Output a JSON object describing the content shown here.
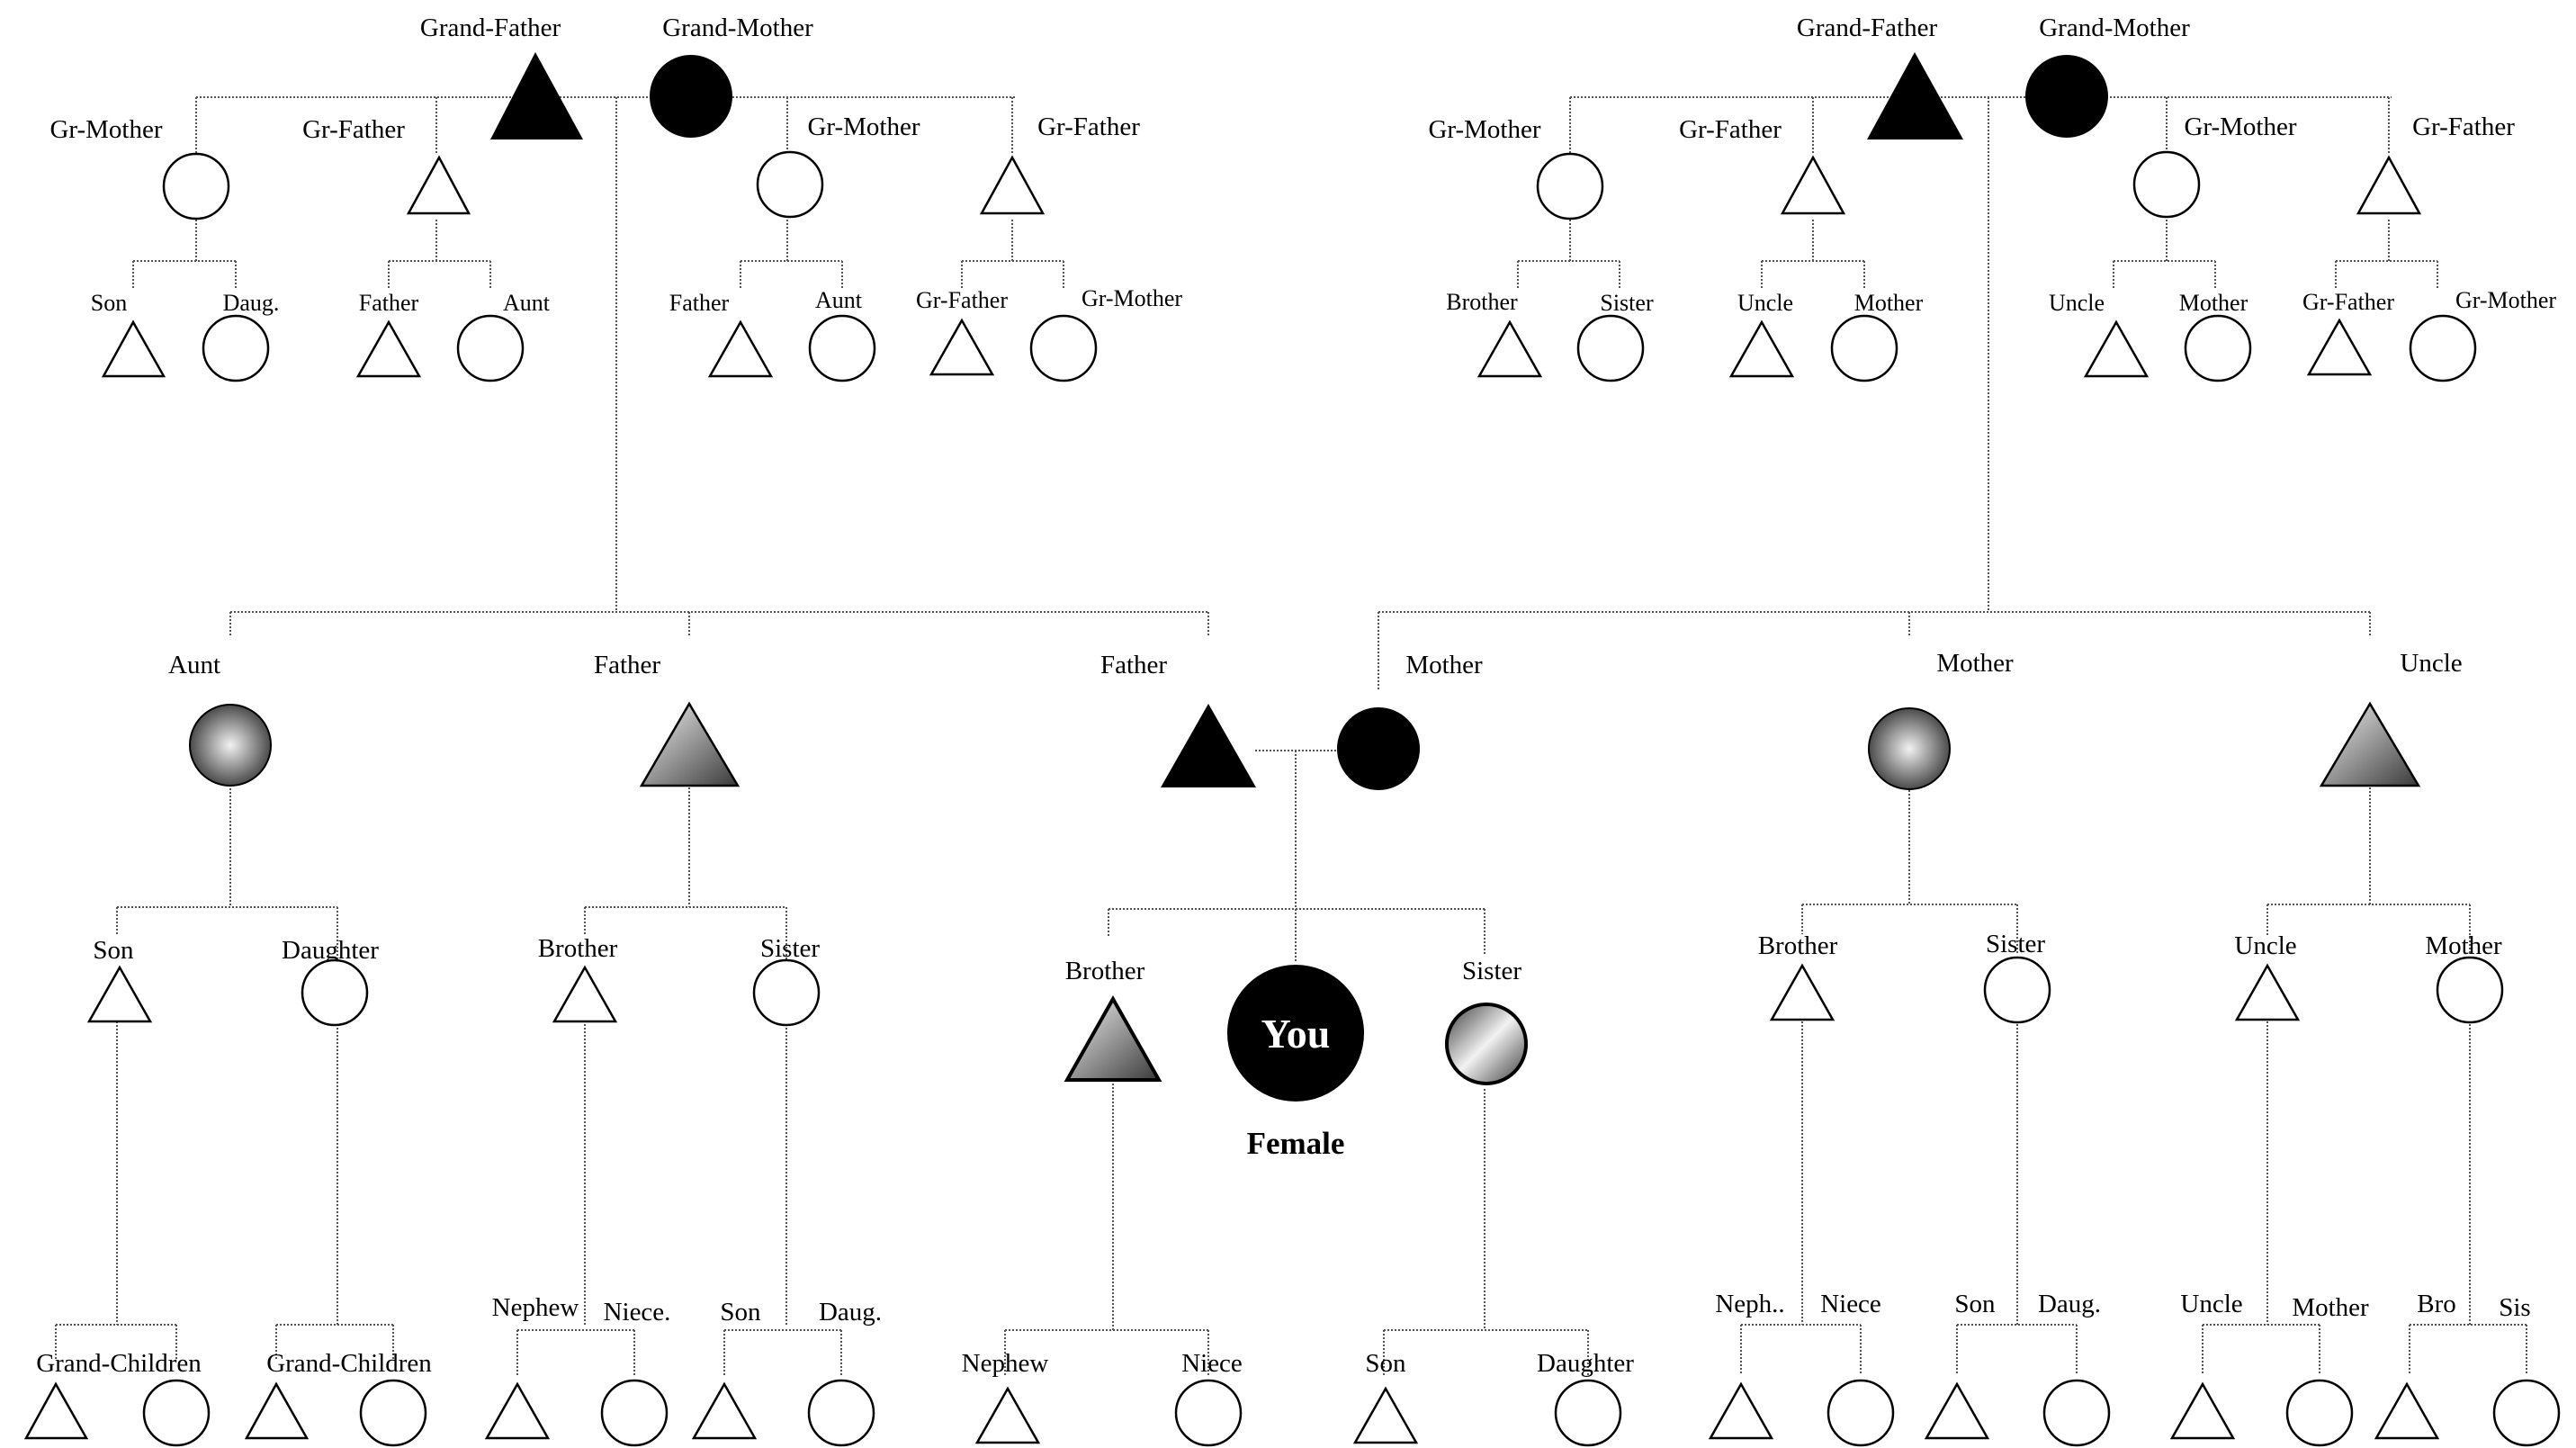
{
  "diagram": {
    "ego": {
      "name": "You",
      "gender": "Female"
    },
    "paternal_grandparents": {
      "grandfather": "Grand-Father",
      "grandmother": "Grand-Mother",
      "branches": [
        {
          "parent": "Gr-Mother",
          "children": [
            "Son",
            "Daug."
          ]
        },
        {
          "parent": "Gr-Father",
          "children": [
            "Father",
            "Aunt"
          ]
        },
        {
          "parent": "Gr-Mother",
          "children": [
            "Father",
            "Aunt"
          ]
        },
        {
          "parent": "Gr-Father",
          "children": [
            "Gr-Father",
            "Gr-Mother"
          ]
        }
      ]
    },
    "maternal_grandparents": {
      "grandfather": "Grand-Father",
      "grandmother": "Grand-Mother",
      "branches": [
        {
          "parent": "Gr-Mother",
          "children": [
            "Brother",
            "Sister"
          ]
        },
        {
          "parent": "Gr-Father",
          "children": [
            "Uncle",
            "Mother"
          ]
        },
        {
          "parent": "Gr-Mother",
          "children": [
            "Uncle",
            "Mother"
          ]
        },
        {
          "parent": "Gr-Father",
          "children": [
            "Gr-Father",
            "Gr-Mother"
          ]
        }
      ]
    },
    "parents_generation": {
      "aunt": "Aunt",
      "father_sibling": "Father",
      "father": "Father",
      "mother": "Mother",
      "mother_sibling": "Mother",
      "uncle": "Uncle"
    },
    "cousins": {
      "aunt_children": [
        "Son",
        "Daughter"
      ],
      "father_sibling_children": [
        "Brother",
        "Sister"
      ],
      "mother_sibling_children": [
        "Brother",
        "Sister"
      ],
      "uncle_children": [
        "Uncle",
        "Mother"
      ]
    },
    "siblings": {
      "brother": "Brother",
      "sister": "Sister"
    },
    "bottom_row": {
      "son_children": "Grand-Children",
      "daughter_children": "Grand-Children",
      "brother_children": [
        "Nephew",
        "Niece."
      ],
      "sister_children": [
        "Son",
        "Daug."
      ],
      "ego_brother_children": [
        "Nephew",
        "Niece"
      ],
      "ego_sister_children": [
        "Son",
        "Daughter"
      ],
      "m_brother_children": [
        "Neph..",
        "Niece"
      ],
      "m_sister_children": [
        "Son",
        "Daug."
      ],
      "u_uncle_children": [
        "Uncle",
        "Mother"
      ],
      "u_mother_children": [
        "Bro",
        "Sis"
      ]
    }
  },
  "colors": {
    "ink": "#000000",
    "connector": "#555555",
    "fill_light": "#ffffff",
    "gradient_light": "#f0f0f0",
    "gradient_dark": "#3a3a3a"
  }
}
